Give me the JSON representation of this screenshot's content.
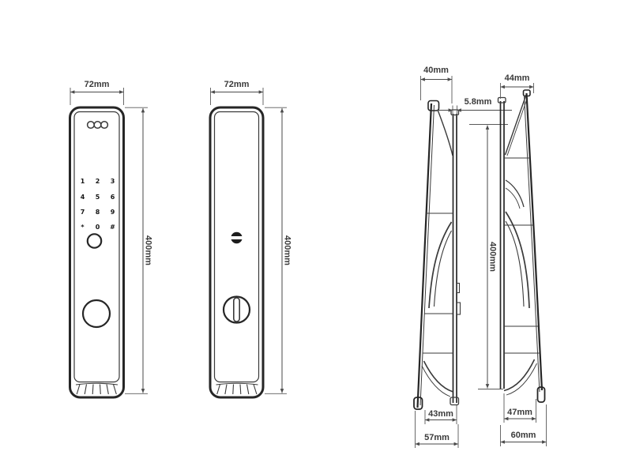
{
  "drawing": {
    "background_color": "#ffffff",
    "line_color": "#262626",
    "dimension_color": "#4a4a4a",
    "views": {
      "front": {
        "width_label": "72mm",
        "height_label": "400mm",
        "indicator_lights_count": 3,
        "keypad_keys": [
          "1",
          "2",
          "3",
          "4",
          "5",
          "6",
          "7",
          "8",
          "9",
          "*",
          "0",
          "#"
        ]
      },
      "back": {
        "width_label": "72mm",
        "height_label": "400mm"
      },
      "side_left": {
        "top_width_label": "40mm",
        "plate_thickness_label": "5.8mm",
        "height_label": "400mm",
        "inner_bottom_width_label": "43mm",
        "outer_bottom_width_label": "57mm"
      },
      "side_right": {
        "top_width_label": "44mm",
        "inner_bottom_width_label": "47mm",
        "outer_bottom_width_label": "60mm"
      }
    }
  }
}
